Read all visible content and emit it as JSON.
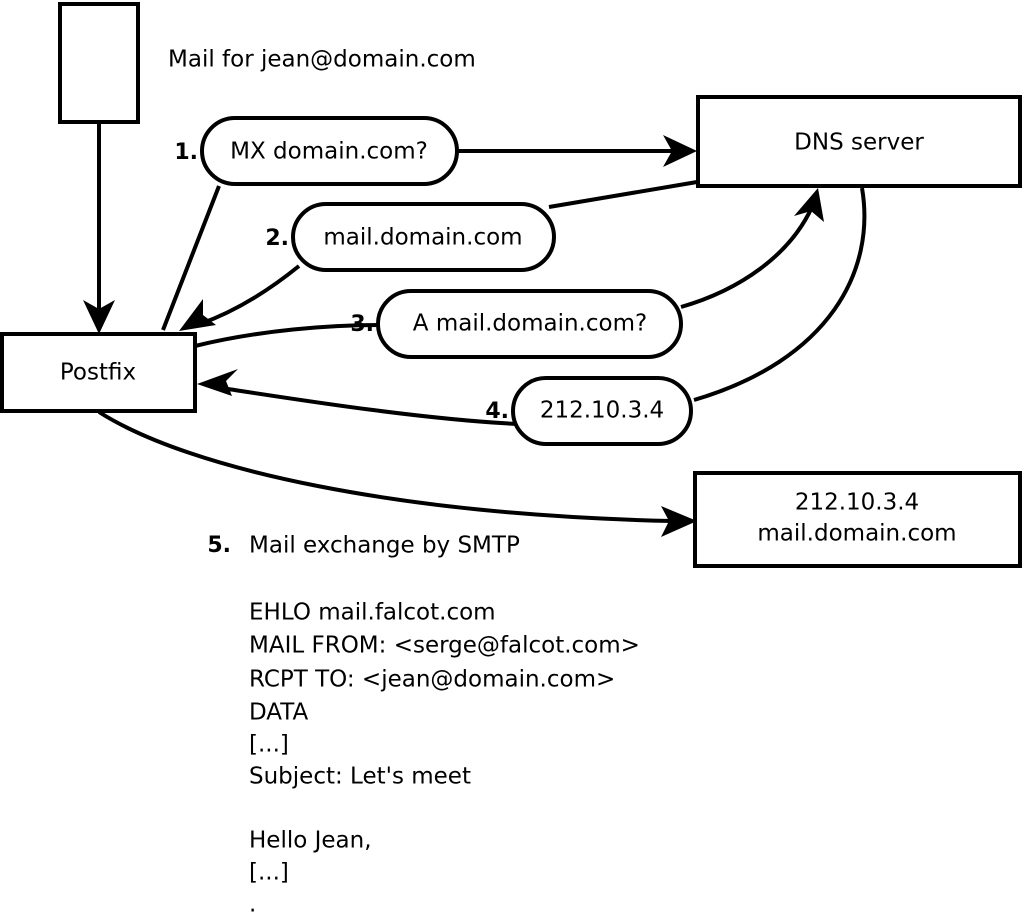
{
  "diagram": {
    "title_caption": "Mail for jean@domain.com",
    "nodes": {
      "sender_box": {
        "label": ""
      },
      "postfix_box": {
        "label": "Postfix"
      },
      "dns_box": {
        "label": "DNS server"
      },
      "mail_server_box": {
        "line1": "212.10.3.4",
        "line2": "mail.domain.com"
      }
    },
    "steps": [
      {
        "number": "1.",
        "label": "MX domain.com?"
      },
      {
        "number": "2.",
        "label": "mail.domain.com"
      },
      {
        "number": "3.",
        "label": "A mail.domain.com?"
      },
      {
        "number": "4.",
        "label": "212.10.3.4"
      }
    ],
    "step5": {
      "number": "5.",
      "label": "Mail exchange by SMTP"
    },
    "smtp_transcript": [
      "EHLO mail.falcot.com",
      "MAIL FROM: <serge@falcot.com>",
      "RCPT TO: <jean@domain.com>",
      "DATA",
      "[...]",
      "Subject: Let's meet",
      "",
      "Hello Jean,",
      "[...]",
      "",
      "."
    ],
    "colors": {
      "stroke": "#000000",
      "fill": "#ffffff",
      "background": "#ffffff"
    }
  }
}
